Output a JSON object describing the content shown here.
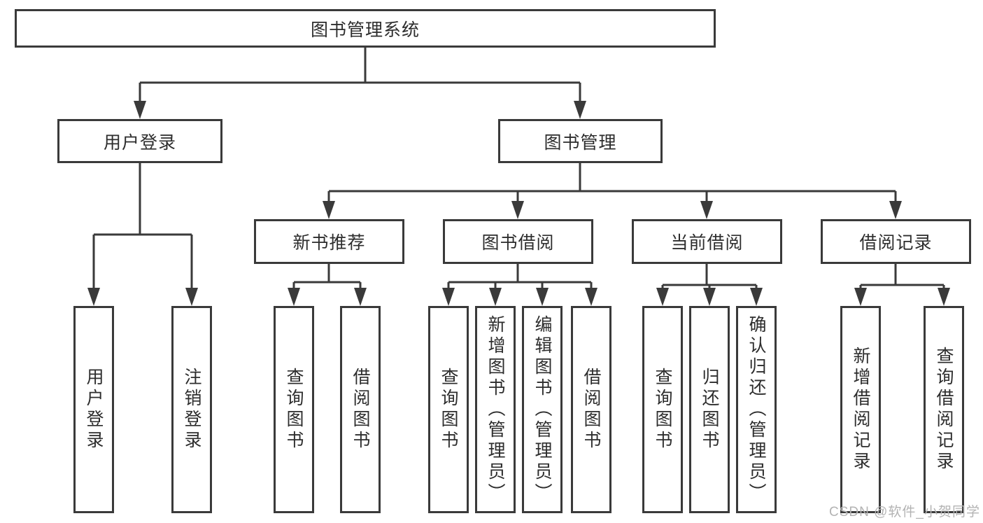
{
  "colors": {
    "line": "#3a3a3a",
    "text": "#2d2d2d",
    "watermark": "#b3b3b3",
    "background": "#ffffff"
  },
  "diagram": {
    "root": {
      "label": "图书管理系统"
    },
    "level1": [
      {
        "label": "用户登录"
      },
      {
        "label": "图书管理"
      }
    ],
    "level2": [
      {
        "label": "新书推荐"
      },
      {
        "label": "图书借阅"
      },
      {
        "label": "当前借阅"
      },
      {
        "label": "借阅记录"
      }
    ],
    "leaves": [
      {
        "label": "用户登录"
      },
      {
        "label": "注销登录"
      },
      {
        "label": "查询图书"
      },
      {
        "label": "借阅图书"
      },
      {
        "label": "查询图书"
      },
      {
        "label": "新增图书（管理员）"
      },
      {
        "label": "编辑图书（管理员）"
      },
      {
        "label": "借阅图书"
      },
      {
        "label": "查询图书"
      },
      {
        "label": "归还图书"
      },
      {
        "label": "确认归还（管理员）"
      },
      {
        "label": "新增借阅记录"
      },
      {
        "label": "查询借阅记录"
      }
    ]
  },
  "watermark": {
    "text": "CSDN @软件_小贺同学"
  }
}
